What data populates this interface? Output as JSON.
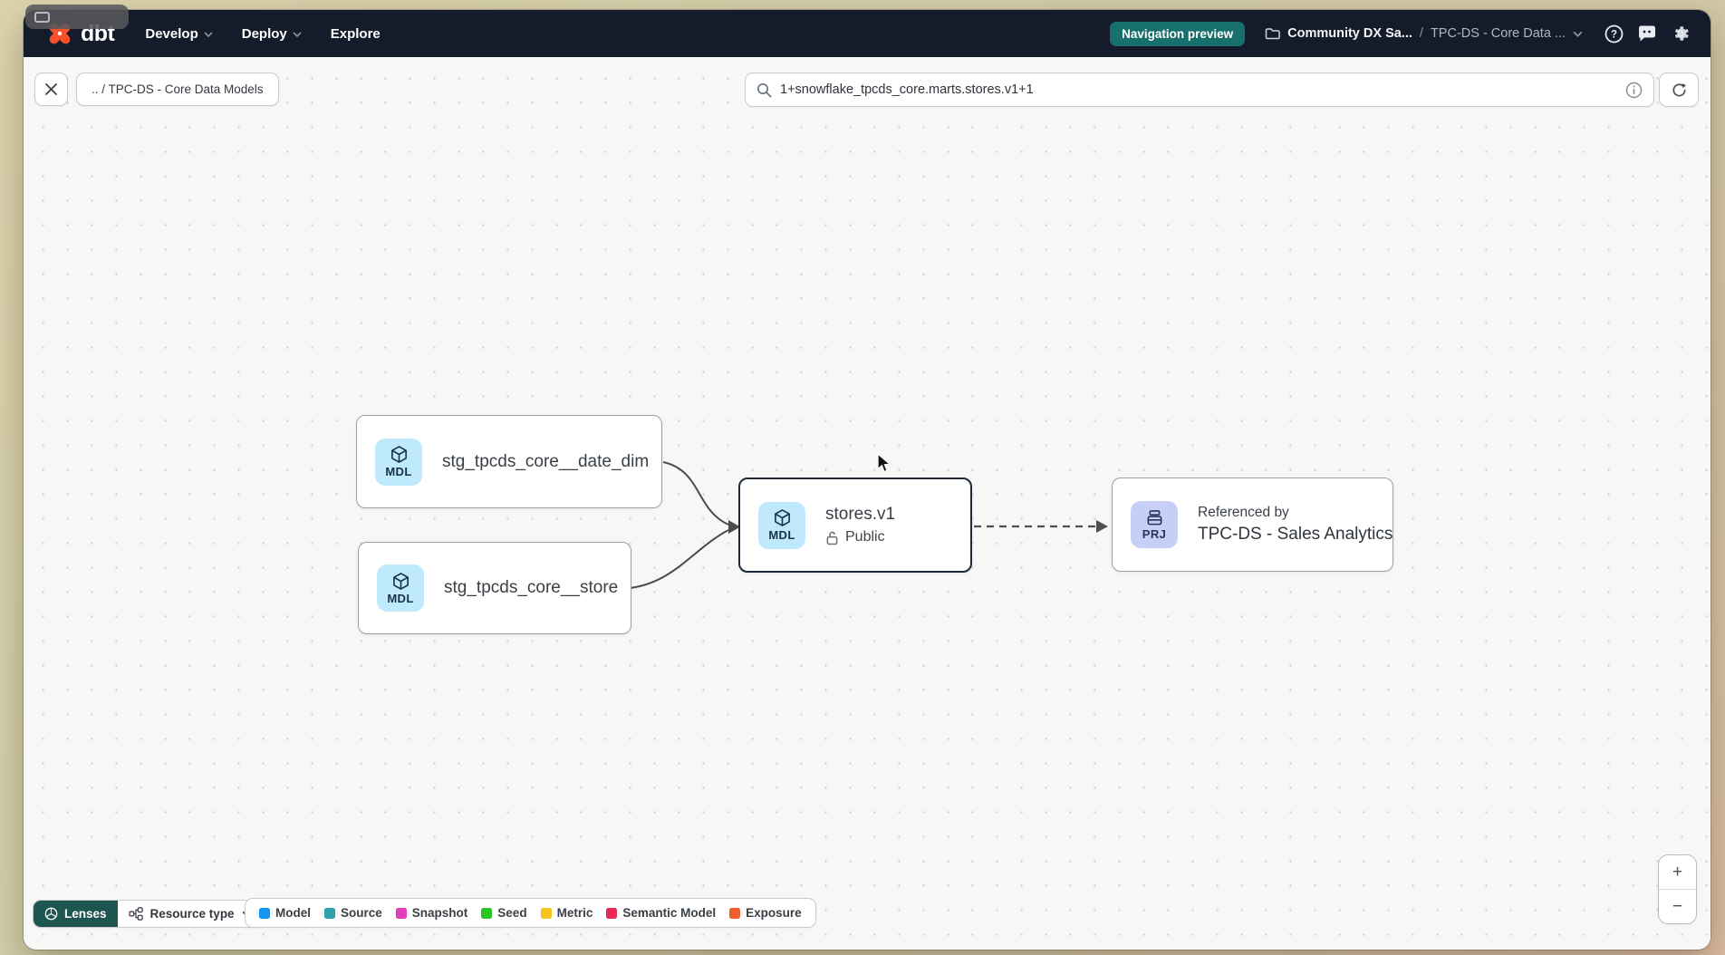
{
  "navbar": {
    "logo_text": "dbt",
    "menus": [
      {
        "label": "Develop",
        "has_chevron": true
      },
      {
        "label": "Deploy",
        "has_chevron": true
      },
      {
        "label": "Explore",
        "has_chevron": false
      }
    ],
    "preview_badge": "Navigation preview",
    "breadcrumb": {
      "project": "Community DX Sa...",
      "separator": "/",
      "page": "TPC-DS - Core Data ..."
    }
  },
  "toolbar": {
    "path_chip": ".. / TPC-DS - Core Data Models",
    "search_value": "1+snowflake_tpcds_core.marts.stores.v1+1"
  },
  "graph": {
    "nodes": [
      {
        "badge": "MDL",
        "title": "stg_tpcds_core__date_dim"
      },
      {
        "badge": "MDL",
        "title": "stg_tpcds_core__store"
      },
      {
        "badge": "MDL",
        "title": "stores.v1",
        "subtitle": "Public",
        "selected": true
      },
      {
        "badge": "PRJ",
        "title": "Referenced by",
        "subtitle": "TPC-DS - Sales Analytics"
      }
    ],
    "edges": [
      {
        "from": "stg_tpcds_core__date_dim",
        "to": "stores.v1",
        "style": "solid"
      },
      {
        "from": "stg_tpcds_core__store",
        "to": "stores.v1",
        "style": "solid"
      },
      {
        "from": "stores.v1",
        "to": "TPC-DS - Sales Analytics",
        "style": "dashed"
      }
    ]
  },
  "footer": {
    "lenses_label": "Lenses",
    "resource_type_label": "Resource type",
    "legend": {
      "items": [
        {
          "label": "Model",
          "color": "#1496f3"
        },
        {
          "label": "Source",
          "color": "#2ba3a8"
        },
        {
          "label": "Snapshot",
          "color": "#e03ebc"
        },
        {
          "label": "Seed",
          "color": "#2fc428"
        },
        {
          "label": "Metric",
          "color": "#f3c51d"
        },
        {
          "label": "Semantic Model",
          "color": "#ea2857"
        },
        {
          "label": "Exposure",
          "color": "#f05e2d"
        }
      ]
    }
  },
  "zoom_controls": {
    "zoom_in": "+",
    "zoom_out": "−"
  },
  "colors": {
    "navbar_bg": "#141c2b",
    "preview_badge_bg": "#17706b",
    "model_badge_bg": "#bfe9fd",
    "project_badge_bg": "#c7cff7",
    "lenses_bg": "#1d5650",
    "canvas_bg": "#f7f7f5",
    "logo_orange": "#f4502c",
    "selected_border": "#1d2b3a"
  }
}
